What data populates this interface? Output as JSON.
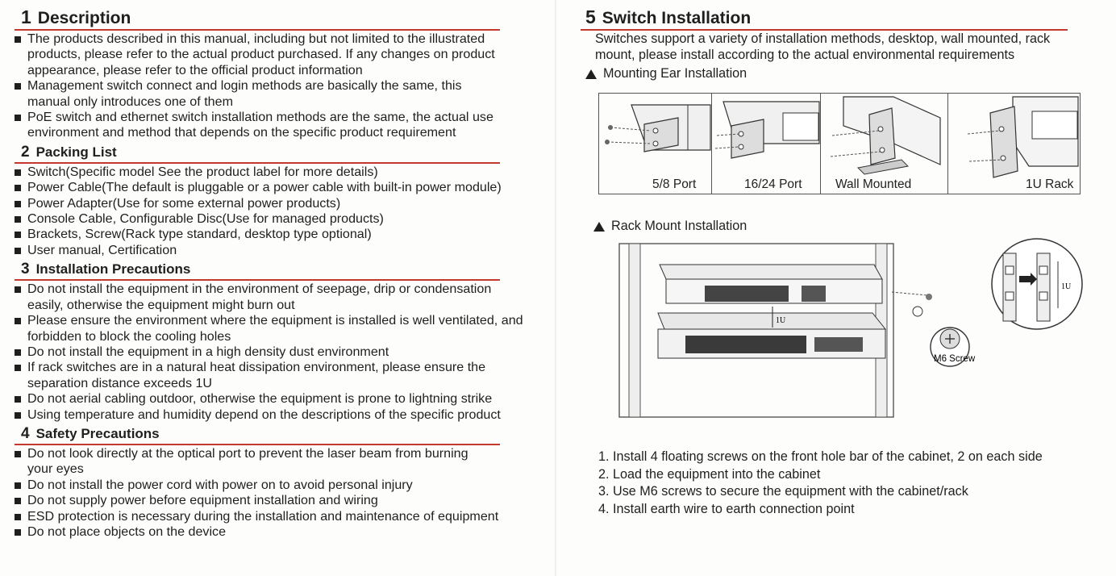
{
  "left": {
    "sections": [
      {
        "num": "1",
        "title": "Description",
        "size": "lg",
        "items": [
          [
            "The products described in this manual, including but not limited to the illustrated",
            "products, please refer to the actual product purchased. If any changes on product",
            "appearance, please refer to the official product information"
          ],
          [
            "Management switch connect and login methods are basically the same, this",
            "manual only introduces one of them"
          ],
          [
            "PoE switch and ethernet switch installation methods are the same, the actual use",
            "environment and method that depends on the specific product requirement"
          ]
        ]
      },
      {
        "num": "2",
        "title": "Packing List",
        "size": "sm",
        "items": [
          [
            "Switch(Specific model See the product label for more details)"
          ],
          [
            "Power Cable(The default is pluggable or a power cable with built-in power module)"
          ],
          [
            "Power Adapter(Use for some external power products)"
          ],
          [
            "Console Cable, Configurable Disc(Use for managed products)"
          ],
          [
            "Brackets, Screw(Rack type standard, desktop type optional)"
          ],
          [
            "User manual, Certification"
          ]
        ]
      },
      {
        "num": "3",
        "title": "Installation Precautions",
        "size": "sm",
        "items": [
          [
            "Do not install the equipment in the environment of seepage, drip or condensation",
            "easily, otherwise the equipment might burn out"
          ],
          [
            "Please ensure the environment where the equipment is installed is well ventilated, and",
            "forbidden to block the cooling holes"
          ],
          [
            "Do not install the equipment in a high density dust environment"
          ],
          [
            "If rack switches are in a natural heat dissipation environment, please ensure the",
            "separation distance exceeds 1U"
          ],
          [
            "Do not aerial cabling outdoor, otherwise the equipment is prone to lightning strike"
          ],
          [
            "Using temperature and humidity depend on the descriptions of the specific product"
          ]
        ]
      },
      {
        "num": "4",
        "title": "Safety Precautions",
        "size": "sm",
        "items": [
          [
            "Do not look directly at the optical port to prevent the laser beam from burning",
            "your eyes"
          ],
          [
            "Do not install the power cord with power on to avoid personal injury"
          ],
          [
            "Do not supply power before equipment installation and wiring"
          ],
          [
            "ESD protection is necessary during the installation and maintenance of equipment"
          ],
          [
            "Do not place objects on the device"
          ]
        ]
      }
    ]
  },
  "right": {
    "section": {
      "num": "5",
      "title": "Switch Installation"
    },
    "intro": [
      "Switches support a variety of installation methods, desktop, wall mounted, rack",
      "mount, please install according to the actual environmental requirements"
    ],
    "mounting_ear": {
      "heading": "Mounting Ear Installation",
      "captions": [
        "5/8 Port",
        "16/24 Port",
        "Wall Mounted",
        "1U Rack"
      ]
    },
    "rack_mount": {
      "heading": "Rack Mount Installation",
      "unit_label": "1U",
      "zoom_unit_label": "1U",
      "screw_label": "M6 Screw"
    },
    "steps": [
      "1. Install 4 floating screws on the front hole bar of the cabinet, 2 on each side",
      "2. Load the equipment into the cabinet",
      "3. Use M6 screws to secure the equipment with the cabinet/rack",
      "4. Install earth wire to earth connection point"
    ]
  },
  "colors": {
    "rule": "#c3392b",
    "text": "#1f1f1f",
    "line": "#555555"
  }
}
